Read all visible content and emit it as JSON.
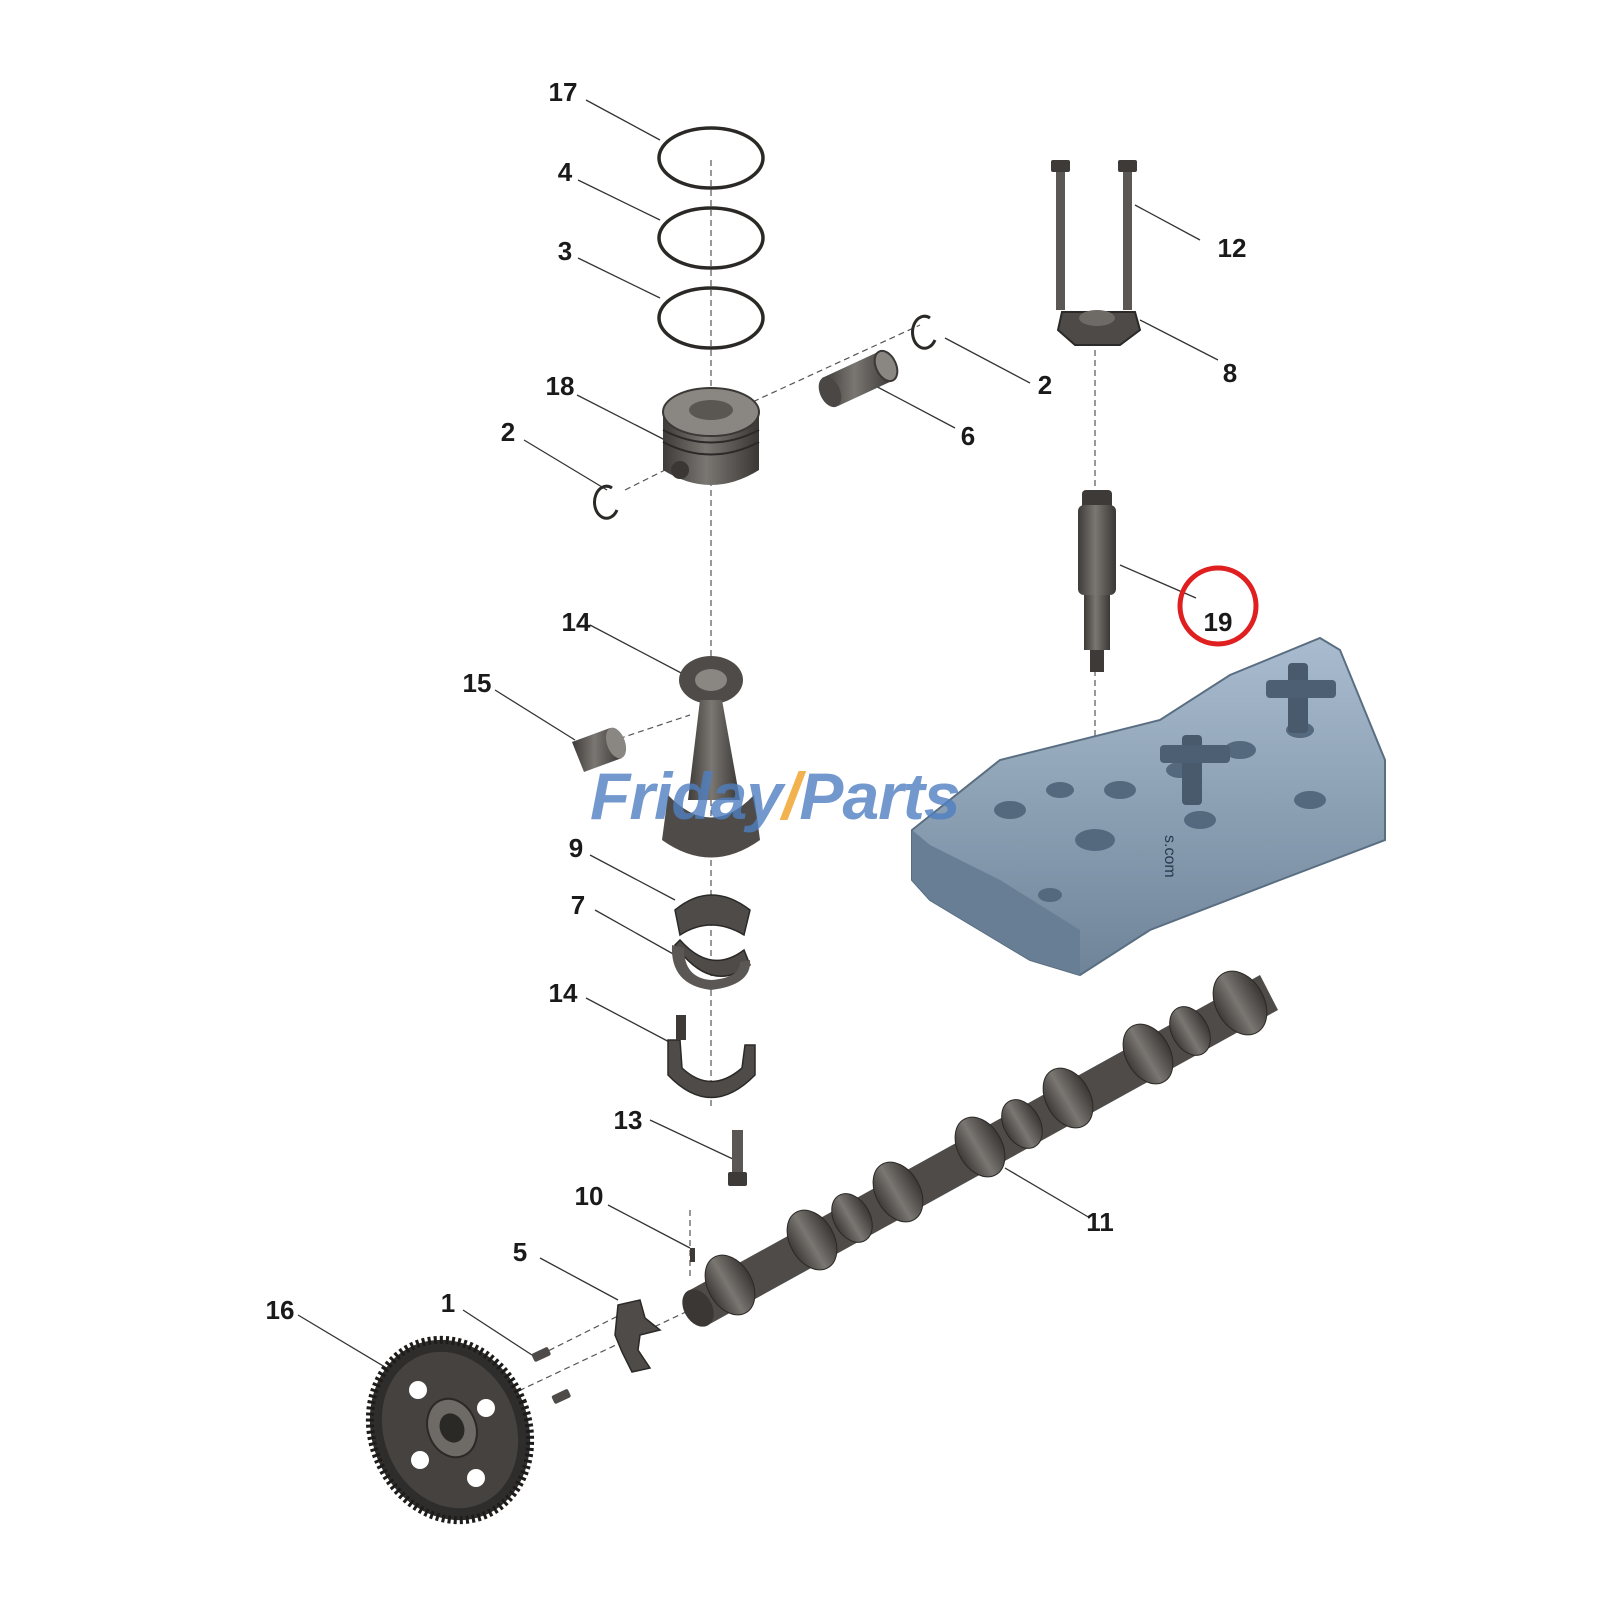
{
  "diagram": {
    "callouts": [
      {
        "id": "c17",
        "label": "17"
      },
      {
        "id": "c4",
        "label": "4"
      },
      {
        "id": "c3",
        "label": "3"
      },
      {
        "id": "c2a",
        "label": "2"
      },
      {
        "id": "c2b",
        "label": "2"
      },
      {
        "id": "c18",
        "label": "18"
      },
      {
        "id": "c6",
        "label": "6"
      },
      {
        "id": "c12",
        "label": "12"
      },
      {
        "id": "c8",
        "label": "8"
      },
      {
        "id": "c19",
        "label": "19"
      },
      {
        "id": "c14a",
        "label": "14"
      },
      {
        "id": "c15",
        "label": "15"
      },
      {
        "id": "c9",
        "label": "9"
      },
      {
        "id": "c7",
        "label": "7"
      },
      {
        "id": "c14b",
        "label": "14"
      },
      {
        "id": "c13",
        "label": "13"
      },
      {
        "id": "c11",
        "label": "11"
      },
      {
        "id": "c10",
        "label": "10"
      },
      {
        "id": "c5",
        "label": "5"
      },
      {
        "id": "c1",
        "label": "1"
      },
      {
        "id": "c16",
        "label": "16"
      }
    ],
    "highlighted_callout": "19",
    "highlight_color": "#e02020"
  },
  "watermark": {
    "part1": "Friday",
    "part2": "Parts",
    "domain_fragment": "s.com"
  },
  "colors": {
    "part_dark": "#4e4b48",
    "part_mid": "#6e6a66",
    "cylinder_head": "#8ea2b8",
    "leader_line": "#333333"
  }
}
